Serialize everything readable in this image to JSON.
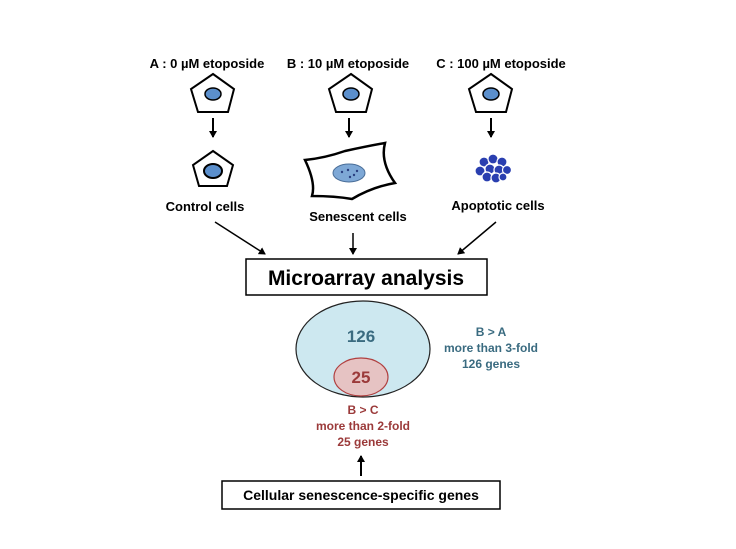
{
  "conditions": [
    {
      "label": "A : 0 µM etoposide"
    },
    {
      "label": "B : 10 µM etoposide"
    },
    {
      "label": "C : 100 µM etoposide"
    }
  ],
  "cell_types": [
    {
      "label": "Control cells"
    },
    {
      "label": "Senescent cells"
    },
    {
      "label": "Apoptotic cells"
    }
  ],
  "analysis": {
    "label": "Microarray analysis"
  },
  "venn": {
    "outer": {
      "count": "126",
      "line1": "B > A",
      "line2": "more than 3-fold",
      "line3": "126 genes",
      "color": "#3a6b80",
      "fill": "#cde8f0"
    },
    "inner": {
      "count": "25",
      "line1": "B > C",
      "line2": "more than 2-fold",
      "line3": "25 genes",
      "color": "#9b3a3a",
      "fill": "#e6c3c3"
    }
  },
  "result": {
    "label": "Cellular senescence-specific genes"
  },
  "colors": {
    "nucleus": "#5b8fcc",
    "stroke": "#000000",
    "apoptotic": "#2a3fb0"
  }
}
